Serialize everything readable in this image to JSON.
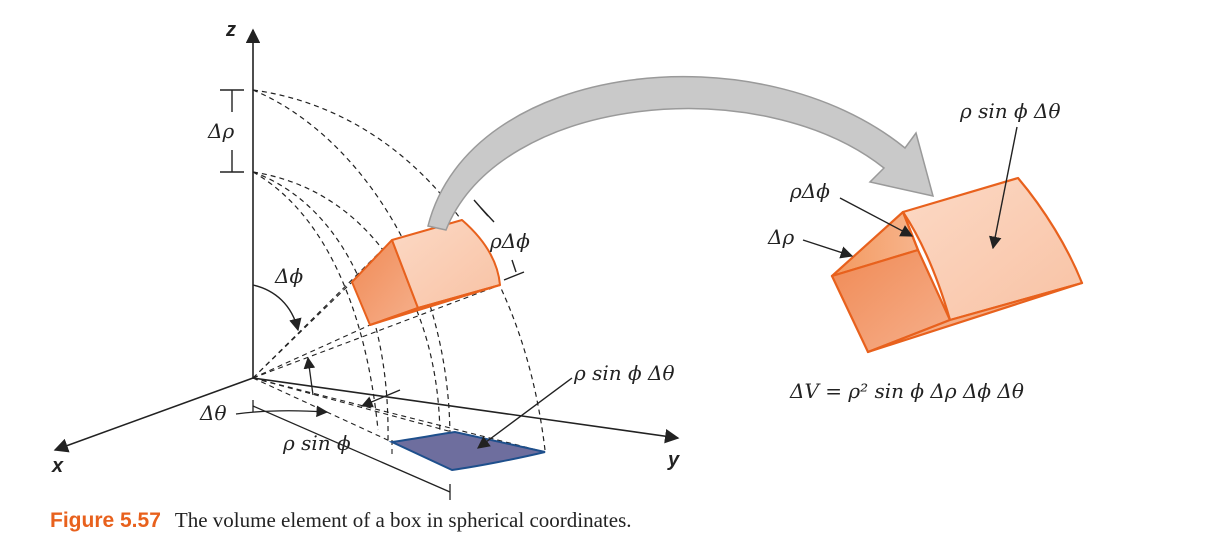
{
  "axes": {
    "x": "x",
    "y": "y",
    "z": "z"
  },
  "labels": {
    "delta_rho": "Δρ",
    "delta_phi": "Δϕ",
    "delta_theta": "Δθ",
    "rho_delta_phi": "ρΔϕ",
    "rho_sin_phi": "ρ sin ϕ",
    "rho_sin_phi_delta_theta": "ρ sin ϕ Δθ"
  },
  "zoom": {
    "rho_delta_phi": "ρΔϕ",
    "delta_rho": "Δρ",
    "rho_sin_phi_delta_theta": "ρ sin ϕ Δθ",
    "formula": "ΔV = ρ² sin ϕ Δρ Δϕ Δθ"
  },
  "caption": {
    "number": "Figure 5.57",
    "text": "The volume element of a box in spherical coordinates."
  },
  "colors": {
    "box_edge": "#e8611d",
    "box_fill": "#f5a27a",
    "base_fill": "#6e6e9e",
    "base_edge": "#1e4f8c",
    "arrow_gray": "#c8c8c8",
    "caption_accent": "#e8611d"
  }
}
